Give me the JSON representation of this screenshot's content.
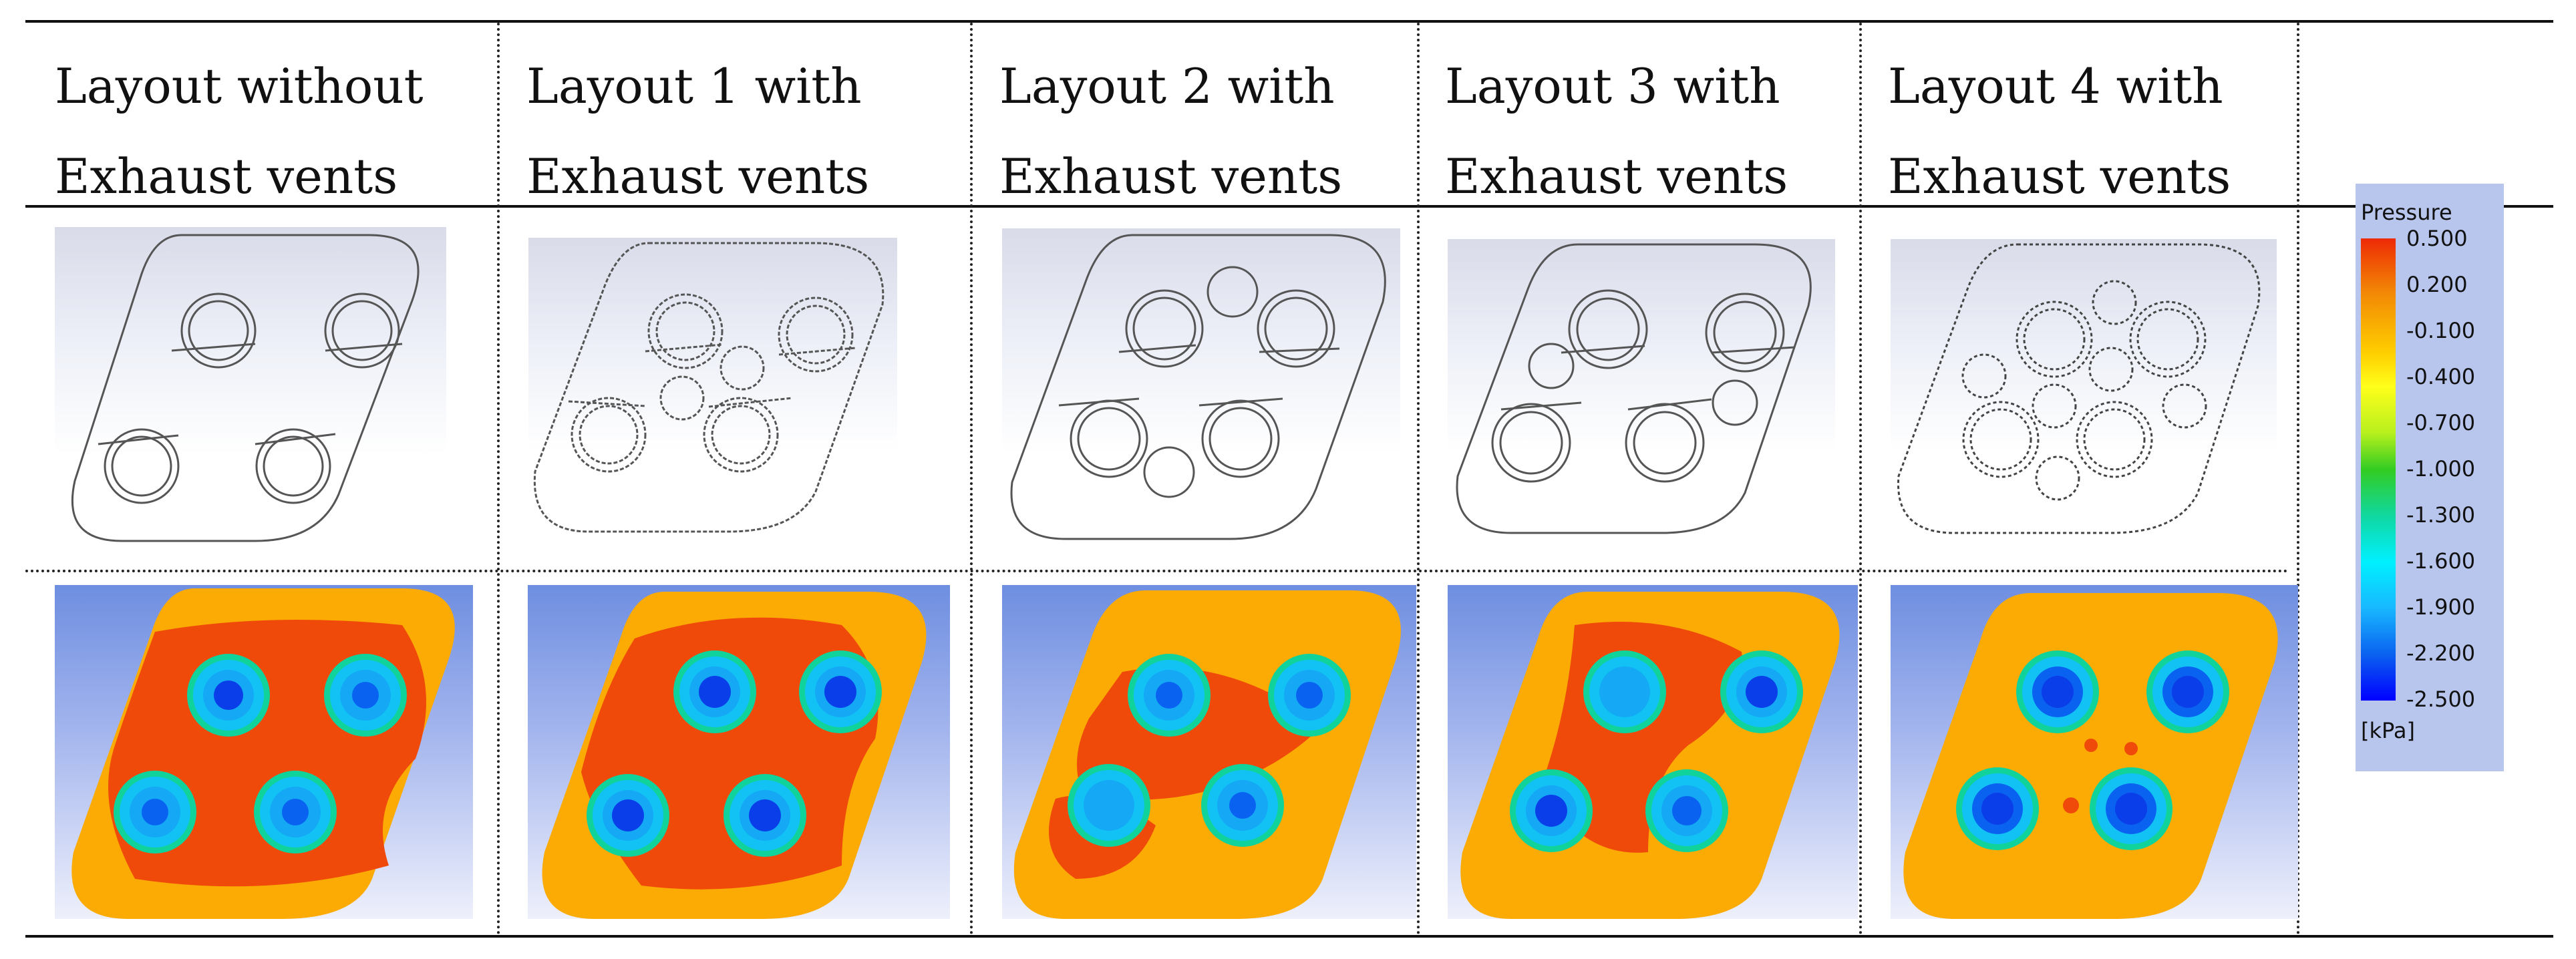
{
  "columns": [
    {
      "line1": "Layout without",
      "line2": "Exhaust vents"
    },
    {
      "line1": "Layout 1 with",
      "line2": "Exhaust vents"
    },
    {
      "line1": "Layout 2 with",
      "line2": "Exhaust vents"
    },
    {
      "line1": "Layout 3 with",
      "line2": "Exhaust vents"
    },
    {
      "line1": "Layout 4 with",
      "line2": "Exhaust vents"
    }
  ],
  "legend": {
    "title": "Pressure",
    "unit": "[kPa]",
    "ticks": [
      "0.500",
      "0.200",
      "-0.100",
      "-0.400",
      "-0.700",
      "-1.000",
      "-1.300",
      "-1.600",
      "-1.900",
      "-2.200",
      "-2.500"
    ],
    "colors": [
      "#ee2a05",
      "#f28a05",
      "#ffd000",
      "#ffff1a",
      "#b8f01e",
      "#33cc22",
      "#10d8a0",
      "#00f0ff",
      "#18b8ff",
      "#0a62f0",
      "#0000ff"
    ]
  },
  "colors": {
    "plate": "#fbab03",
    "low_pressure_zone": "#f04a0b",
    "vent_core": "#0a3ee8",
    "vent_ring": "#12c2f5"
  }
}
